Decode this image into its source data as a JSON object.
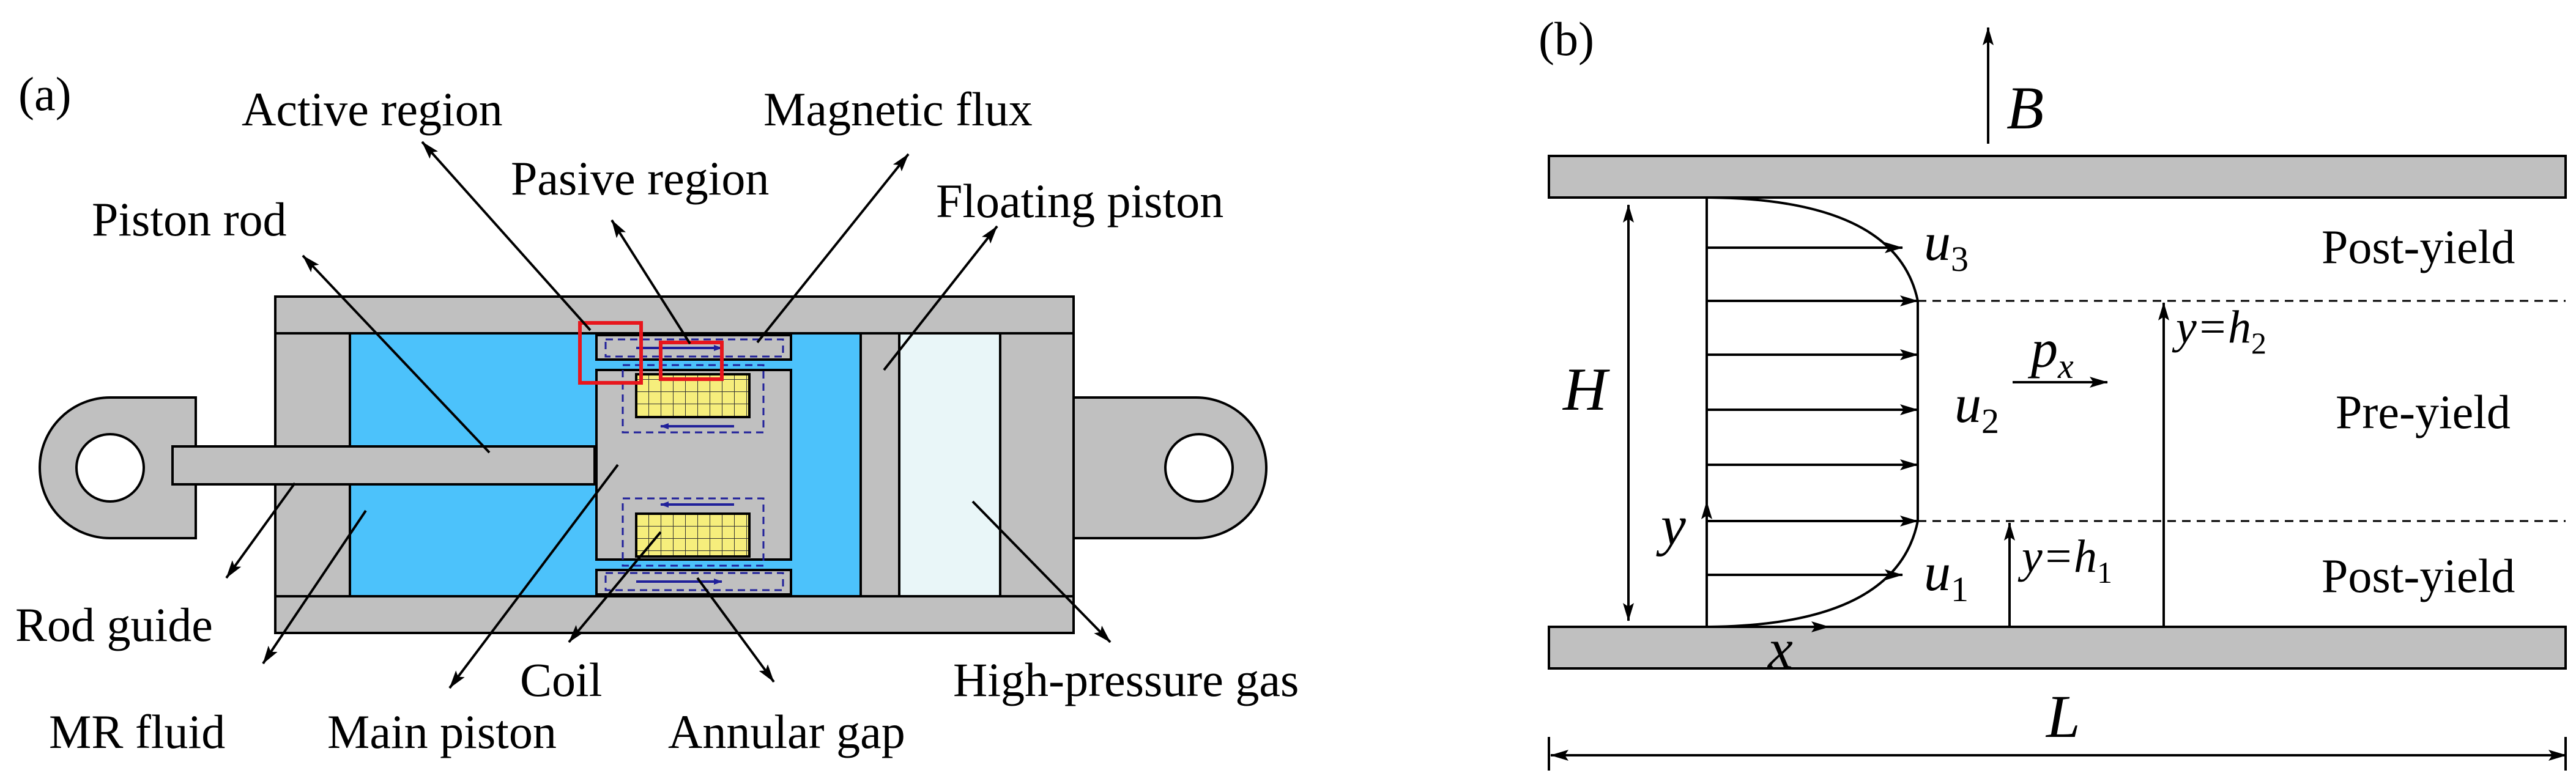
{
  "panel_a": {
    "tag": "(a)",
    "labels": {
      "active_region": "Active region",
      "magnetic_flux": "Magnetic flux",
      "pasive_region": "Pasive region",
      "piston_rod": "Piston rod",
      "floating_piston": "Floating piston",
      "rod_guide": "Rod guide",
      "mr_fluid": "MR fluid",
      "coil": "Coil",
      "main_piston": "Main piston",
      "annular_gap": "Annular gap",
      "high_pressure_gas": "High-pressure gas"
    },
    "colors": {
      "housing": "#c0c0c0",
      "mr_fluid": "#4cc2fb",
      "gas": "#e9f6f8",
      "coil": "#f6ee7c",
      "highlight": "#e8161c",
      "flux": "#20209a"
    }
  },
  "panel_b": {
    "tag": "(b)",
    "B": "B",
    "H": "H",
    "L": "L",
    "px_main": "p",
    "px_sub": "x",
    "y_axis": "y",
    "x_axis": "x",
    "u1": "u",
    "u1_sub": "1",
    "u2": "u",
    "u2_sub": "2",
    "u3": "u",
    "u3_sub": "3",
    "h1_prefix": "y=h",
    "h1_sub": "1",
    "h2_prefix": "y=h",
    "h2_sub": "2",
    "zones": {
      "top": "Post-yield",
      "middle": "Pre-yield",
      "bottom": "Post-yield"
    }
  }
}
